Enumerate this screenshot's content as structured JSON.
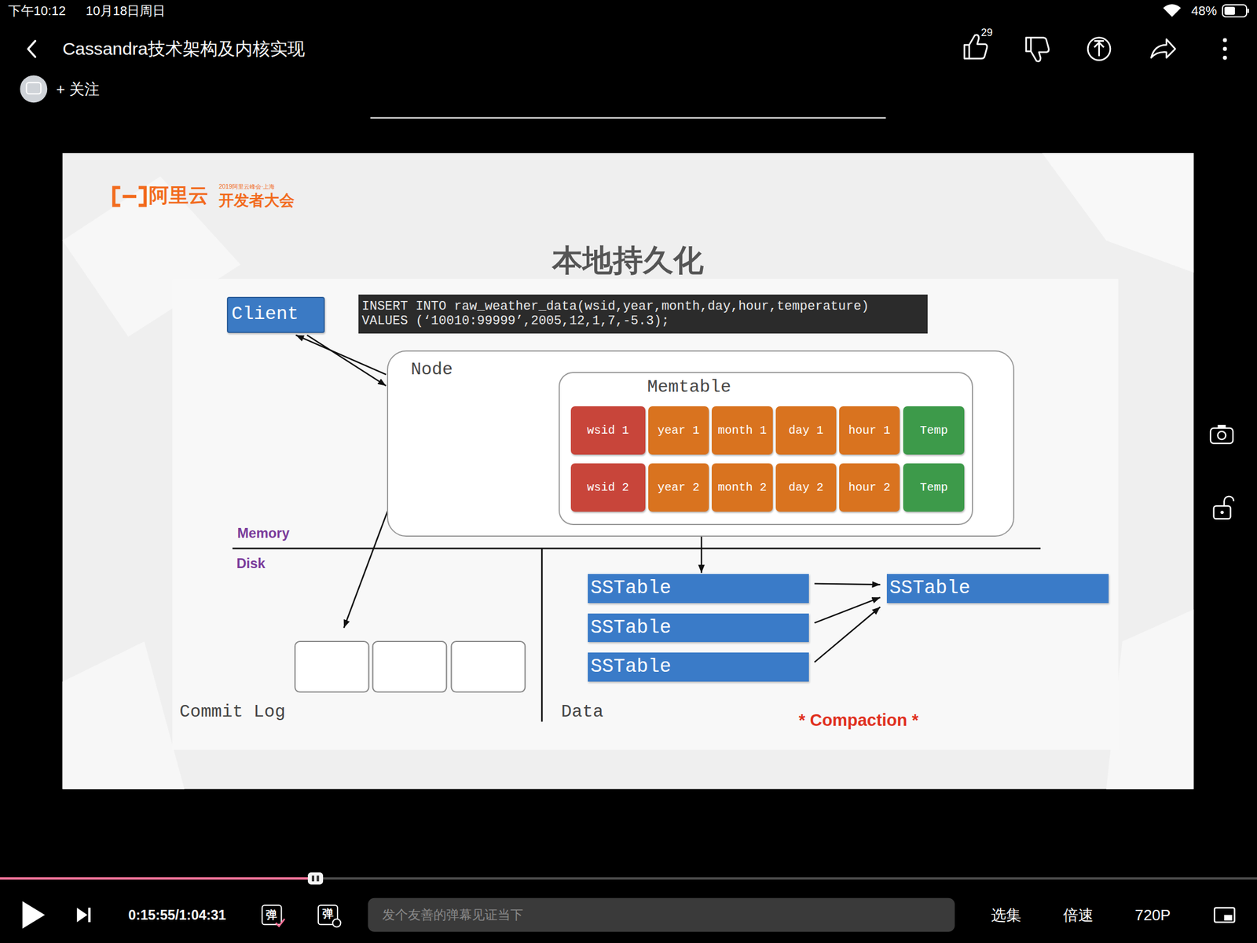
{
  "diagram": {
    "title": "本地持久化",
    "nodes": [
      {
        "text": [
          "Client"
        ]
      },
      {
        "text": [
          "INSERT INTO raw_weather_data(wsid,year,month,day,hour,temperature) VALUES (‘10010:99999’,2005,12,1,7,-5.3);"
        ]
      },
      {
        "text": [
          "Node"
        ]
      },
      {
        "text": [
          "Memtable"
        ],
        "in": 2
      },
      {
        "text": [
          "wsid 1"
        ],
        "in": 3
      },
      {
        "text": [
          "year 1"
        ],
        "in": 3
      },
      {
        "text": [
          "month 1"
        ],
        "in": 3
      },
      {
        "text": [
          "day 1"
        ],
        "in": 3
      },
      {
        "text": [
          "hour 1"
        ],
        "in": 3
      },
      {
        "text": [
          "Temp"
        ],
        "in": 3
      },
      {
        "text": [
          "wsid 2"
        ],
        "in": 3
      },
      {
        "text": [
          "year 2"
        ],
        "in": 3
      },
      {
        "text": [
          "month 2"
        ],
        "in": 3
      },
      {
        "text": [
          "day 2"
        ],
        "in": 3
      },
      {
        "text": [
          "hour 2"
        ],
        "in": 3
      },
      {
        "text": [
          "Temp"
        ],
        "in": 3
      },
      {
        "text": [
          "SSTable"
        ]
      },
      {
        "text": [
          "SSTable"
        ]
      },
      {
        "text": [
          "SSTable"
        ]
      },
      {
        "text": [
          "SSTable"
        ]
      }
    ],
    "edges": [
      {
        "from": 0,
        "to": 2,
        "arrow": "to"
      },
      {
        "from": 2,
        "to": 0,
        "arrow": "to"
      },
      {
        "from": 2,
        "to": 3,
        "arrow": "to"
      },
      {
        "from": 3,
        "to": 16,
        "arrow": "to"
      },
      {
        "from": 16,
        "to": 19,
        "arrow": "to"
      },
      {
        "from": 17,
        "to": 19,
        "arrow": "to"
      },
      {
        "from": 18,
        "to": 19,
        "arrow": "to"
      }
    ],
    "labels": [
      "下午10:12",
      "10月18日周日",
      "48%",
      "Cassandra技术架构及内核实现",
      "29",
      "+ 关注",
      "阿里云",
      "2019阿里云峰会·上海",
      "开发者大会",
      "Memory",
      "Disk",
      "Commit Log",
      "Data",
      "* Compaction *",
      "0:15:55/1:04:31",
      "弹",
      "弹",
      "发个友善的弹幕见证当下",
      "选集",
      "倍速",
      "720P"
    ]
  }
}
